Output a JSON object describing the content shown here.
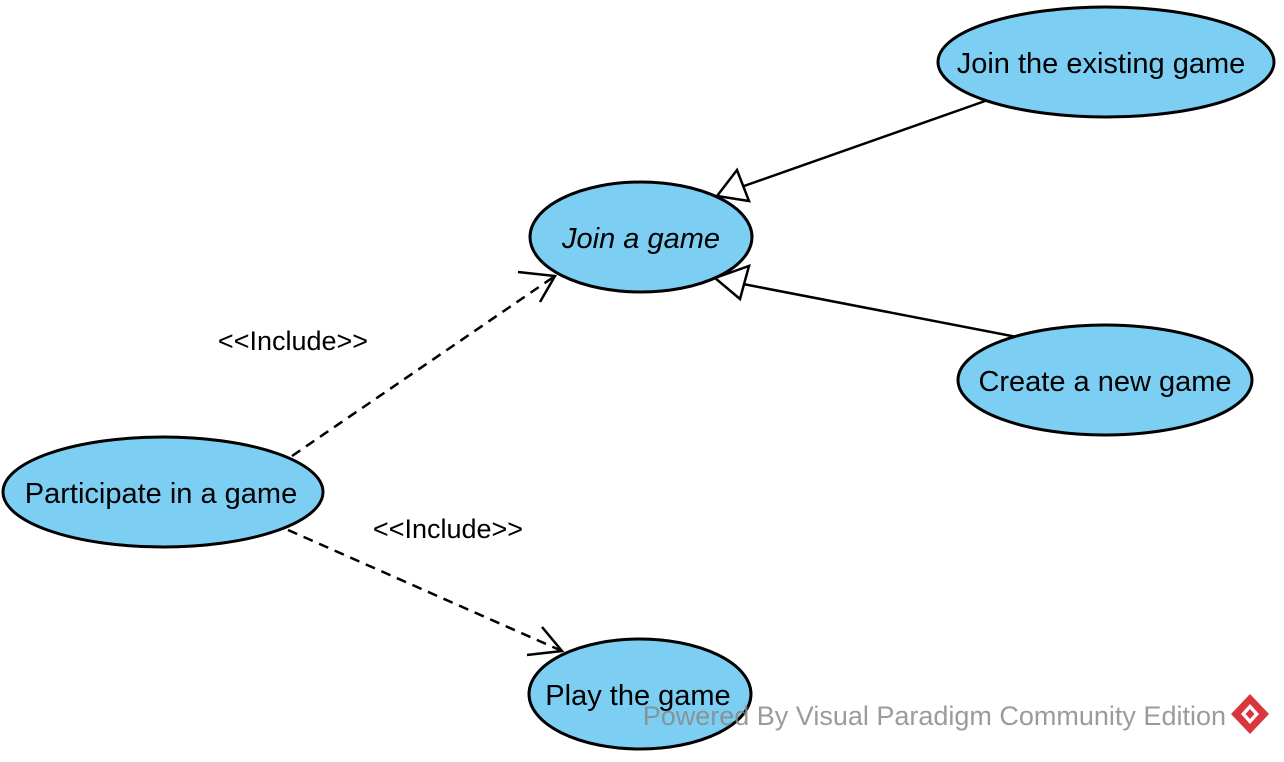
{
  "diagram": {
    "use_case_fill": "#7ccef3",
    "line_color": "#000000",
    "use_cases": {
      "join_existing": "Join the existing game",
      "join_game": "Join a game",
      "create_new": "Create a new game",
      "participate": "Participate in a game",
      "play": "Play the game"
    },
    "relationships": {
      "include_upper": "<<Include>>",
      "include_lower": "<<Include>>"
    },
    "watermark": {
      "text": "Powered By Visual Paradigm Community Edition",
      "logo_color": "#d9363e"
    }
  }
}
